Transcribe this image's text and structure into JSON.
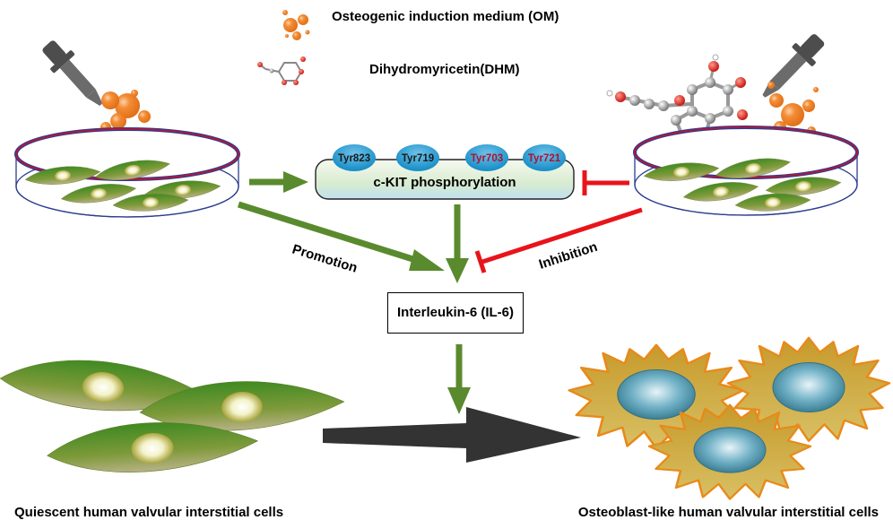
{
  "legend": {
    "om_label": "Osteogenic induction medium (OM)",
    "dhm_label": "Dihydromyricetin(DHM)"
  },
  "ckit": {
    "label": "c-KIT phosphorylation",
    "sites": [
      {
        "name": "Tyr823",
        "color": "#1a1a1a"
      },
      {
        "name": "Tyr719",
        "color": "#1a1a1a"
      },
      {
        "name": "Tyr703",
        "color": "#b01030"
      },
      {
        "name": "Tyr721",
        "color": "#b01030"
      }
    ]
  },
  "labels": {
    "promotion": "Promotion",
    "inhibition": "Inhibition",
    "il6": "Interleukin-6 (IL-6)",
    "quiescent": "Quiescent human valvular interstitial cells",
    "osteoblast": "Osteoblast-like human valvular interstitial cells"
  },
  "colors": {
    "promotion_arrow": "#5a8a2e",
    "inhibition_arrow": "#e8141b",
    "main_arrow": "#333333",
    "om_bubble": "#ef7d22",
    "cell_green": "#4d8a26",
    "cell_osteo": "#c9a52e",
    "nucleus": "#4f98b0"
  }
}
